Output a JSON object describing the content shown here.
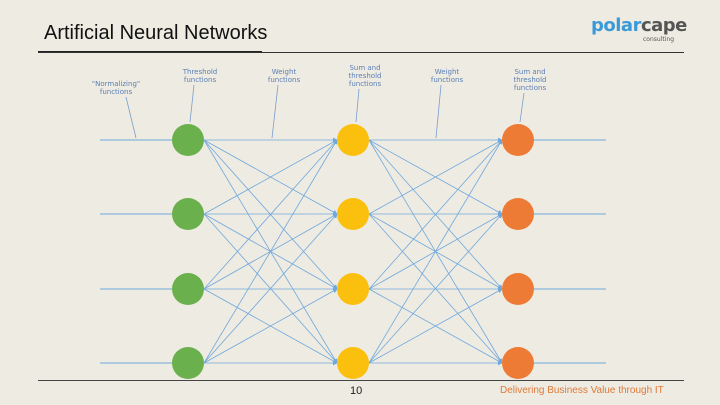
{
  "slide": {
    "title": "Artificial Neural Networks",
    "page_number": "10",
    "footer": "Delivering Business Value through IT"
  },
  "logo": {
    "part1": "polar",
    "part2": "cape",
    "sub": "consulting"
  },
  "diagram": {
    "labels": [
      {
        "lines": [
          "\"Normalizing\"",
          "functions"
        ]
      },
      {
        "lines": [
          "Threshold",
          "functions"
        ]
      },
      {
        "lines": [
          "Weight",
          "functions"
        ]
      },
      {
        "lines": [
          "Sum and",
          "threshold",
          "functions"
        ]
      },
      {
        "lines": [
          "Weight",
          "functions"
        ]
      },
      {
        "lines": [
          "Sum and",
          "threshold",
          "functions"
        ]
      }
    ],
    "layers": [
      {
        "name": "input",
        "color": "#6ab04c"
      },
      {
        "name": "hidden",
        "color": "#fbbf0e"
      },
      {
        "name": "output",
        "color": "#ee7b35"
      }
    ],
    "nodes_per_layer": 4,
    "line_color": "#6fa8dc"
  }
}
